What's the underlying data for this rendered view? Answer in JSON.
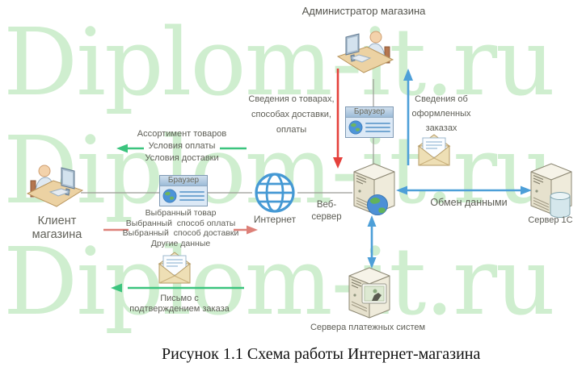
{
  "watermark": {
    "text": "Diplom-it.ru"
  },
  "caption": "Рисунок 1.1 Схема работы Интернет-магазина",
  "nodes": {
    "admin": {
      "label": "Администратор магазина"
    },
    "client": {
      "label": "Клиент\nмагазина"
    },
    "internet": {
      "label": "Интернет"
    },
    "web_server": {
      "label": "Веб-сервер"
    },
    "server_1c": {
      "label": "Сервер 1С"
    },
    "payment_servers": {
      "label": "Сервера платежных систем"
    },
    "browser_admin": {
      "title": "Браузер"
    },
    "browser_client": {
      "title": "Браузер"
    }
  },
  "flows": {
    "products_info": {
      "label": "Сведения о товарах,\nспособах доставки,\nоплаты",
      "color": "#e5413c"
    },
    "orders_info": {
      "label": "Сведения об\nоформленных\nзаказах",
      "color": "#4d9fd8"
    },
    "assortment": {
      "label": "Ассортимент товаров\nУсловия оплаты\nУсловия доставки",
      "color": "#3bc47e"
    },
    "selection": {
      "label": "Выбранный товар\nВыбранный  способ оплаты\nВыбранный  способ доставки\nДругие данные",
      "color": "#dd8078"
    },
    "confirmation": {
      "label": "Письмо с\nподтверждением заказа",
      "color": "#3bc47e"
    },
    "exchange": {
      "label": "Обмен данными",
      "color": "#4d9fd8"
    }
  },
  "icons": {
    "admin": "person-at-computer",
    "client": "person-at-computer",
    "internet": "globe-wireframe",
    "web_server": "server-tower-with-globe",
    "server_1c": "server-tower-with-database",
    "payment_servers": "server-tower-with-card-picture",
    "mail": "open-envelope-with-letter",
    "browser": "browser-window-with-globe"
  },
  "colors": {
    "watermark_green": "#cdeecd",
    "arrow_red": "#e5413c",
    "arrow_pink": "#dd8078",
    "arrow_green": "#3bc47e",
    "arrow_blue": "#4d9fd8",
    "line_gray": "#9b9b95",
    "label_text": "#5d5d55"
  }
}
